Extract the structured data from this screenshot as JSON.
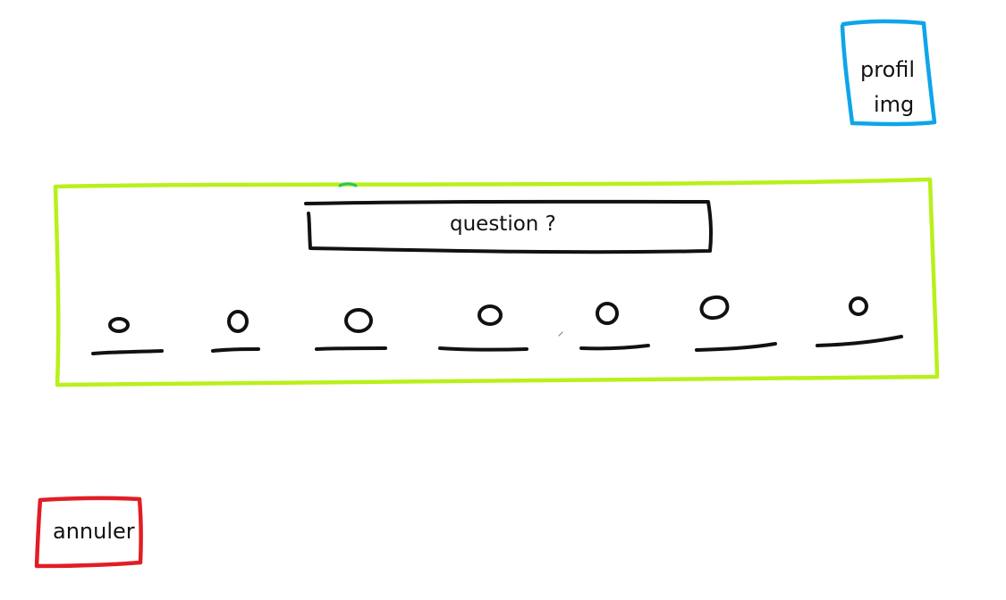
{
  "profile": {
    "line1": "profil",
    "line2": "img",
    "color": "#0ea5e9"
  },
  "panel": {
    "color": "#b8f01a",
    "question": {
      "text": "question ?",
      "color": "#111111"
    },
    "options": {
      "count": 7,
      "color": "#111111"
    }
  },
  "cancel": {
    "label": "annuler",
    "color": "#e11d24"
  }
}
